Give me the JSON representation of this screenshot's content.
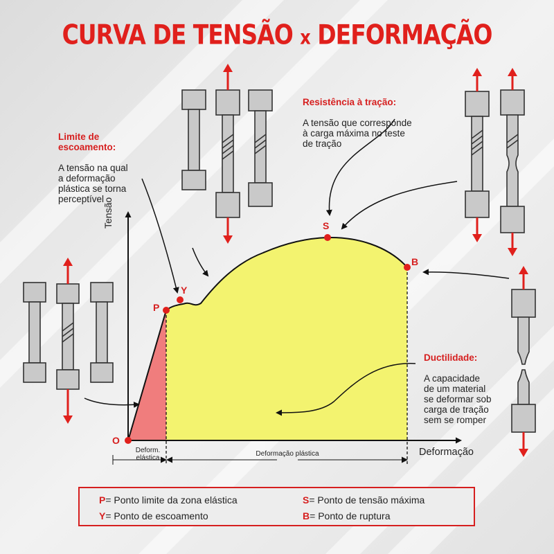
{
  "title_main": "CURVA DE TENSÃO",
  "title_x": "x",
  "title_end": "DEFORMAÇÃO",
  "axes": {
    "y_label": "Tensão",
    "x_label": "Deformação",
    "origin": "O"
  },
  "points": {
    "P": "P",
    "Y": "Y",
    "S": "S",
    "B": "B"
  },
  "regions": {
    "elastic": "Deform.\nelástica",
    "plastic": "Deformação plástica"
  },
  "notes": {
    "yield": {
      "head": "Limite de\nescoamento:",
      "body": "A tensão na qual\na deformação\nplástica se torna\nperceptível"
    },
    "tensile": {
      "head": "Resistência à tração:",
      "body": "A tensão que corresponde\nà carga máxima no teste\nde tração"
    },
    "ductility": {
      "head": "Ductilidade:",
      "body": "A capacidade\nde um material\nse deformar sob\ncarga de tração\nsem se romper"
    }
  },
  "legend": [
    {
      "key": "P",
      "text": "= Ponto limite da zona elástica"
    },
    {
      "key": "S",
      "text": "= Ponto de tensão máxima"
    },
    {
      "key": "Y",
      "text": "= Ponto de escoamento"
    },
    {
      "key": "B",
      "text": "= Ponto de ruptura"
    }
  ],
  "colors": {
    "accent_red": "#e0201c",
    "elastic_fill": "#f07d7d",
    "plastic_fill": "#f3f36f",
    "specimen_gray": "#c9c9c9"
  }
}
